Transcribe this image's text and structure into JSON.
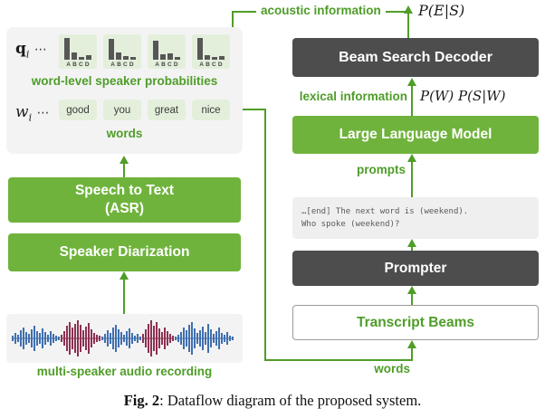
{
  "colors": {
    "green_box": "#6fb33c",
    "green_text": "#4f9d28",
    "dark_box": "#4d4d4d",
    "panel_bg": "#f3f3f4",
    "tile_bg": "#e3efdb",
    "border_gray": "#9a9a9a",
    "mono_text": "#5a5a5a"
  },
  "left": {
    "panel_top": {
      "q_label": {
        "base": "q",
        "sub": "i",
        "dots": "⋯"
      },
      "w_label": {
        "base": "w",
        "sub": "i",
        "dots": "⋯"
      },
      "charts": [
        [
          0.95,
          0.3,
          0.12,
          0.18
        ],
        [
          0.9,
          0.32,
          0.14,
          0.1
        ],
        [
          0.85,
          0.22,
          0.28,
          0.12
        ],
        [
          0.95,
          0.18,
          0.1,
          0.14
        ]
      ],
      "speaker_axis": "ABCD",
      "prob_caption": "word-level speaker probabilities",
      "words": [
        "good",
        "you",
        "great",
        "nice"
      ],
      "words_caption": "words"
    },
    "asr_box": {
      "line1": "Speech to Text",
      "line2": "(ASR)"
    },
    "diarization_box": {
      "label": "Speaker Diarization"
    },
    "waveform": {
      "segments": [
        {
          "color": "#3f6fae",
          "heights": [
            3,
            6,
            4,
            9,
            12,
            7,
            5,
            10,
            14,
            8,
            6,
            11,
            7,
            4,
            8,
            5,
            3,
            2
          ]
        },
        {
          "color": "#8c3152",
          "heights": [
            4,
            8,
            14,
            18,
            12,
            16,
            20,
            15,
            9,
            13,
            17,
            10,
            6,
            4,
            3
          ]
        },
        {
          "color": "#3f6fae",
          "heights": [
            2,
            5,
            9,
            6,
            12,
            15,
            10,
            7,
            4,
            8,
            11,
            6,
            3,
            5,
            2
          ]
        },
        {
          "color": "#8c3152",
          "heights": [
            5,
            10,
            16,
            20,
            14,
            18,
            11,
            7,
            12,
            8,
            5,
            3
          ]
        },
        {
          "color": "#3f6fae",
          "heights": [
            2,
            4,
            7,
            12,
            9,
            15,
            18,
            11,
            6,
            9,
            13,
            7,
            16,
            10,
            5,
            8,
            12,
            6,
            4,
            7,
            3,
            2
          ]
        }
      ]
    },
    "audio_caption": "multi-speaker audio recording"
  },
  "right": {
    "acoustic_label": "acoustic information",
    "acoustic_math": "P(E|S)",
    "beam_box": "Beam Search Decoder",
    "lexical_label": "lexical information",
    "lexical_math": "P(W) P(S|W)",
    "llm_box": "Large Language Model",
    "prompts_label": "prompts",
    "prompt_lines": [
      "…[end] The next word is (weekend).",
      "Who spoke (weekend)?"
    ],
    "prompter_box": "Prompter",
    "transcript_box": "Transcript Beams",
    "words_label": "words"
  },
  "caption": {
    "fig_label": "Fig. 2",
    "text": ": Dataflow diagram of the proposed system."
  }
}
